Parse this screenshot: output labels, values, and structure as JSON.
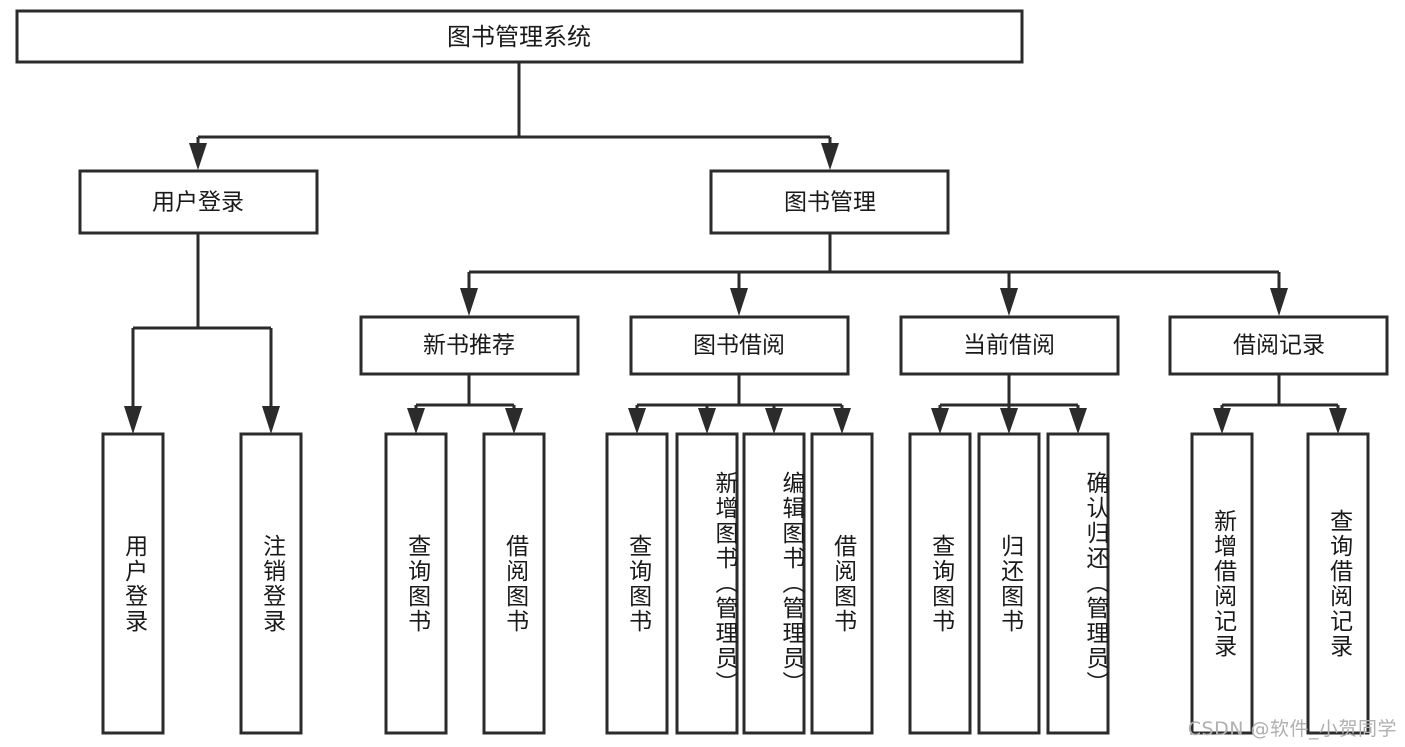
{
  "diagram": {
    "type": "tree-hierarchy",
    "orientation": "top-down",
    "title": "图书管理系统",
    "root": {
      "id": "root",
      "label": "图书管理系统"
    },
    "level2": [
      {
        "id": "user-login",
        "label": "用户登录"
      },
      {
        "id": "book-management",
        "label": "图书管理"
      }
    ],
    "level3": [
      {
        "id": "new-book-recommend",
        "label": "新书推荐",
        "parent": "book-management"
      },
      {
        "id": "book-borrow",
        "label": "图书借阅",
        "parent": "book-management"
      },
      {
        "id": "current-borrow",
        "label": "当前借阅",
        "parent": "book-management"
      },
      {
        "id": "borrow-record",
        "label": "借阅记录",
        "parent": "book-management"
      }
    ],
    "leaves": {
      "user-login": [
        {
          "id": "leaf-user-login",
          "label": "用户登录"
        },
        {
          "id": "leaf-user-logout",
          "label": "注销登录"
        }
      ],
      "new-book-recommend": [
        {
          "id": "leaf-query-book-1",
          "label": "查询图书"
        },
        {
          "id": "leaf-borrow-book-1",
          "label": "借阅图书"
        }
      ],
      "book-borrow": [
        {
          "id": "leaf-query-book-2",
          "label": "查询图书"
        },
        {
          "id": "leaf-add-book",
          "label": "新增图书（管理员）"
        },
        {
          "id": "leaf-edit-book",
          "label": "编辑图书（管理员）"
        },
        {
          "id": "leaf-borrow-book-2",
          "label": "借阅图书"
        }
      ],
      "current-borrow": [
        {
          "id": "leaf-query-book-3",
          "label": "查询图书"
        },
        {
          "id": "leaf-return-book",
          "label": "归还图书"
        },
        {
          "id": "leaf-confirm-return",
          "label": "确认归还（管理员）"
        }
      ],
      "borrow-record": [
        {
          "id": "leaf-add-record",
          "label": "新增借阅记录"
        },
        {
          "id": "leaf-query-record",
          "label": "查询借阅记录"
        }
      ]
    },
    "colors": {
      "stroke": "#2b2b2b",
      "fill": "#ffffff",
      "text": "#1a1a1a",
      "watermark": "#b0b0b0"
    }
  },
  "watermark": {
    "text": "CSDN @软件_小贺同学"
  }
}
